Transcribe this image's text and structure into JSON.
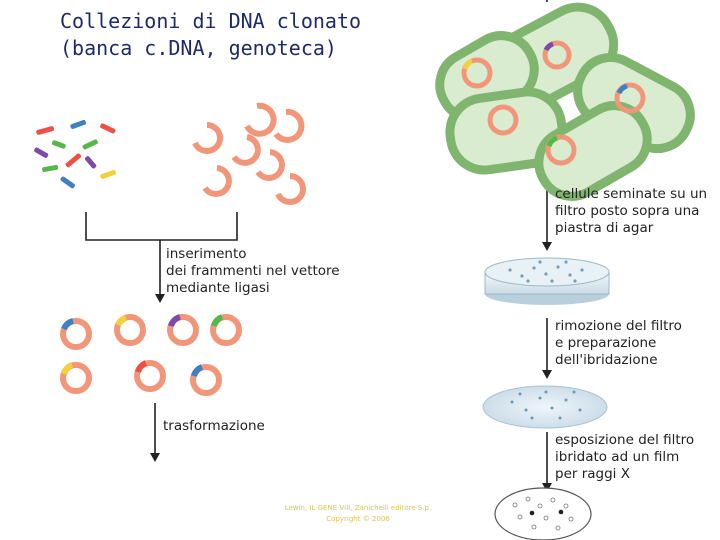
{
  "title": {
    "line1": "Collezioni di DNA clonato",
    "line2": "(banca c.DNA, genoteca)"
  },
  "steps": {
    "insertion": [
      "inserimento",
      "dei frammenti nel vettore",
      "mediante ligasi"
    ],
    "transformation": [
      "trasformazione"
    ],
    "plating": [
      "cellule seminate su un",
      "filtro posto sopra una",
      "piastra di agar"
    ],
    "removal": [
      "rimozione del filtro",
      "e preparazione",
      "dell'ibridazione"
    ],
    "exposure": [
      "esposizione del filtro",
      "ibridato ad un film",
      "per raggi X"
    ]
  },
  "credit": {
    "line1": "Lewin, IL GENE VIII, Zanichelli editore S.p.",
    "line2": "Copyright © 2006"
  },
  "colors": {
    "title": "#1f2a6b",
    "plasmid": "#f2967a",
    "cell_fill": "#d9ecd0",
    "cell_stroke": "#7fb56f",
    "fragment_red": "#ee4f47",
    "fragment_green": "#57b84a",
    "fragment_purple": "#7d4aa8",
    "fragment_blue": "#3f7fc4",
    "fragment_yellow": "#f2d23a",
    "arrow": "#222222"
  }
}
